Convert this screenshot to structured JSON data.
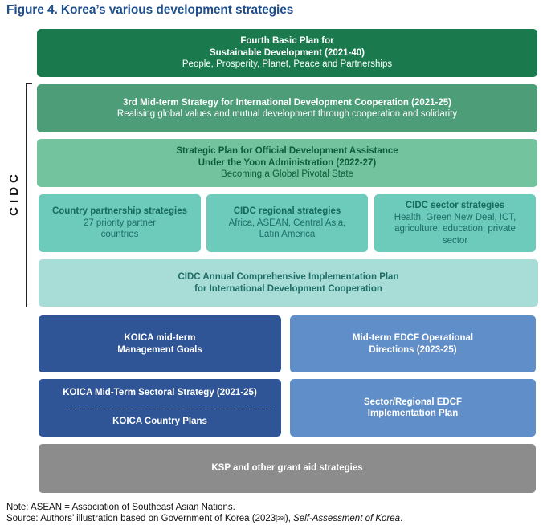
{
  "figure": {
    "title": "Figure 4. Korea’s various development strategies"
  },
  "side_label": "CIDC",
  "boxes": {
    "fourth_plan": {
      "line1": "Fourth Basic Plan for",
      "line2": "Sustainable Development (2021-40)",
      "sub": "People, Prosperity, Planet, Peace and Partnerships"
    },
    "third_strategy": {
      "title": "3rd Mid-term Strategy for International Development Cooperation (2021-25)",
      "sub": "Realising global values and mutual development through cooperation and solidarity"
    },
    "oda_plan": {
      "line1": "Strategic Plan for Official Development Assistance",
      "line2": "Under the Yoon Administration (2022-27)",
      "sub": "Becoming a Global Pivotal State"
    },
    "country_partnership": {
      "title": "Country partnership strategies",
      "line1": "27 priority partner",
      "line2": "countries"
    },
    "regional": {
      "title": "CIDC regional strategies",
      "line1": "Africa, ASEAN, Central Asia,",
      "line2": "Latin America"
    },
    "sector": {
      "title": "CIDC sector strategies",
      "line1": "Health, Green New Deal, ICT,",
      "line2": "agriculture, education, private sector"
    },
    "annual_plan": {
      "line1": "CIDC Annual Comprehensive Implementation Plan",
      "line2": "for International Development Cooperation"
    },
    "koica_goals": {
      "line1": "KOICA mid-term",
      "line2": "Management Goals"
    },
    "edcf_directions": {
      "line1": "Mid-term EDCF Operational",
      "line2": "Directions (2023-25)"
    },
    "koica_sectoral": {
      "top": "KOICA Mid-Term Sectoral Strategy (2021-25)",
      "bottom": "KOICA Country Plans"
    },
    "edcf_regional": {
      "line1": "Sector/Regional EDCF",
      "line2": "Implementation Plan"
    },
    "ksp": {
      "title": "KSP and other grant aid strategies"
    }
  },
  "notes": {
    "note": "Note: ASEAN = Association of Southeast Asian Nations.",
    "source_prefix": "Source: Authors’ illustration based on Government of Korea (2023",
    "source_ref": "[29]",
    "source_mid": "), ",
    "source_title": "Self-Assessment of Korea",
    "source_end": "."
  },
  "colors": {
    "title_blue": "#1f4e8c",
    "dark_green": "#1b7a4d",
    "mid_green": "#4d9e78",
    "light_green": "#72c39e",
    "teal": "#6ccbbb",
    "pale_teal": "#a7ddd6",
    "navy": "#2f5597",
    "blue": "#5f8ec8",
    "gray": "#8c8c8c"
  }
}
